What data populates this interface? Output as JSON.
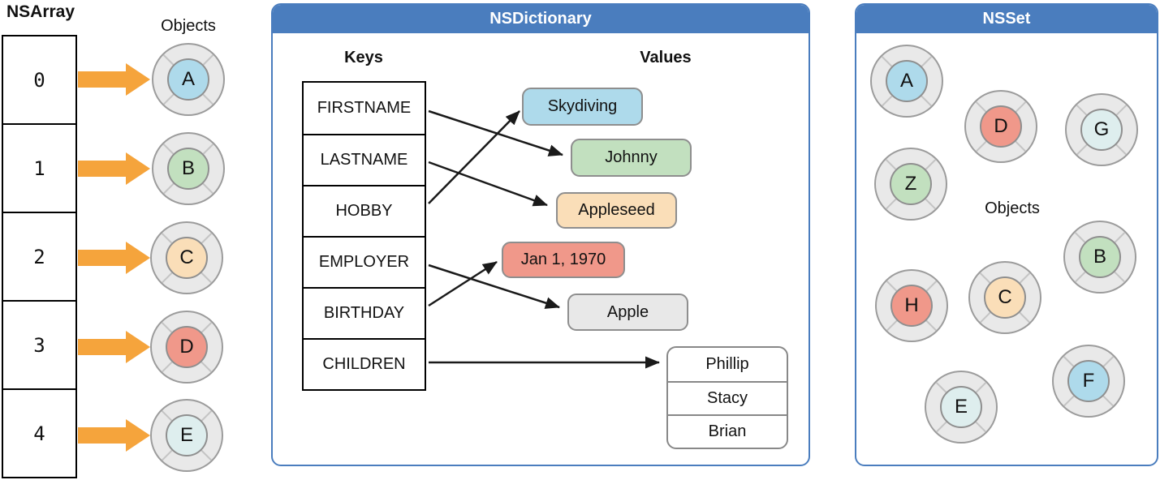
{
  "palette": {
    "panel_blue": "#4A7DBE",
    "arrow_orange": "#F5A43C",
    "token_ring_gray": "#E9E9E9",
    "object_blue": "#AEDAEB",
    "object_green": "#C2E0BF",
    "object_peach": "#FADEB8",
    "object_salmon": "#F0988A",
    "object_pale_cyan": "#DEEEEE",
    "object_gray": "#E8E8E8"
  },
  "nsarray": {
    "title": "NSArray",
    "objects_label": "Objects",
    "indices": [
      "0",
      "1",
      "2",
      "3",
      "4"
    ],
    "objects": [
      {
        "letter": "A",
        "color": "blue"
      },
      {
        "letter": "B",
        "color": "green"
      },
      {
        "letter": "C",
        "color": "peach"
      },
      {
        "letter": "D",
        "color": "salmon"
      },
      {
        "letter": "E",
        "color": "pale_cyan"
      }
    ]
  },
  "nsdictionary": {
    "title": "NSDictionary",
    "keys_label": "Keys",
    "values_label": "Values",
    "keys": [
      "FIRSTNAME",
      "LASTNAME",
      "HOBBY",
      "EMPLOYER",
      "BIRTHDAY",
      "CHILDREN"
    ],
    "values": [
      {
        "text": "Skydiving",
        "color": "blue"
      },
      {
        "text": "Johnny",
        "color": "green"
      },
      {
        "text": "Appleseed",
        "color": "peach"
      },
      {
        "text": "Jan 1, 1970",
        "color": "salmon"
      },
      {
        "text": "Apple",
        "color": "gray"
      }
    ],
    "children_list": [
      "Phillip",
      "Stacy",
      "Brian"
    ],
    "mappings": [
      {
        "key": "FIRSTNAME",
        "value": "Johnny"
      },
      {
        "key": "LASTNAME",
        "value": "Appleseed"
      },
      {
        "key": "HOBBY",
        "value": "Skydiving"
      },
      {
        "key": "EMPLOYER",
        "value": "Apple"
      },
      {
        "key": "BIRTHDAY",
        "value": "Jan 1, 1970"
      },
      {
        "key": "CHILDREN",
        "value": "Phillip, Stacy, Brian"
      }
    ]
  },
  "nsset": {
    "title": "NSSet",
    "objects_label": "Objects",
    "objects": [
      {
        "letter": "A",
        "color": "blue"
      },
      {
        "letter": "D",
        "color": "salmon"
      },
      {
        "letter": "G",
        "color": "pale_cyan"
      },
      {
        "letter": "Z",
        "color": "green"
      },
      {
        "letter": "B",
        "color": "green"
      },
      {
        "letter": "C",
        "color": "peach"
      },
      {
        "letter": "H",
        "color": "salmon"
      },
      {
        "letter": "F",
        "color": "blue"
      },
      {
        "letter": "E",
        "color": "pale_cyan"
      }
    ]
  }
}
